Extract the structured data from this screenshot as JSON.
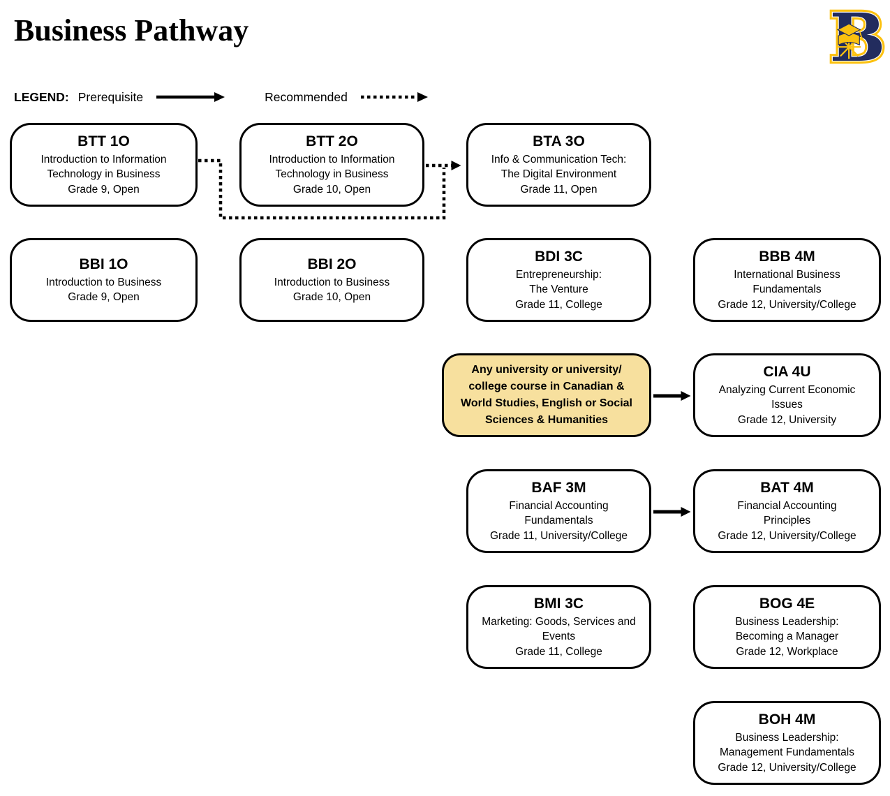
{
  "page": {
    "title": "Business Pathway"
  },
  "legend": {
    "label": "LEGEND:",
    "prerequisite": "Prerequisite",
    "recommended": "Recommended",
    "prerequisite_style": "solid-arrow",
    "recommended_style": "dotted-arrow"
  },
  "logo": {
    "letter": "B",
    "navy": "#222C5E",
    "gold": "#FCC10F"
  },
  "colors": {
    "highlight_fill": "#F7E09E",
    "box_border": "#000000",
    "box_fill": "#FFFFFF",
    "text": "#000000"
  },
  "highlight_note": {
    "lines": [
      "Any university or university/",
      "college course in Canadian &",
      "World Studies, English or Social",
      "Sciences & Humanities"
    ]
  },
  "courses": [
    {
      "code": "BTT 1O",
      "lines": [
        "Introduction to Information",
        "Technology in Business",
        "Grade 9, Open"
      ]
    },
    {
      "code": "BTT 2O",
      "lines": [
        "Introduction to Information",
        "Technology in Business",
        "Grade 10, Open"
      ]
    },
    {
      "code": "BTA 3O",
      "lines": [
        "Info & Communication Tech:",
        "The Digital Environment",
        "Grade 11, Open"
      ]
    },
    {
      "code": "BBI 1O",
      "lines": [
        "Introduction to Business",
        "Grade 9, Open"
      ]
    },
    {
      "code": "BBI 2O",
      "lines": [
        "Introduction to Business",
        "Grade 10, Open"
      ]
    },
    {
      "code": "BDI 3C",
      "lines": [
        "Entrepreneurship:",
        "The Venture",
        "Grade 11, College"
      ]
    },
    {
      "code": "BBB 4M",
      "lines": [
        "International Business",
        "Fundamentals",
        "Grade 12, University/College"
      ]
    },
    {
      "code": "CIA 4U",
      "lines": [
        "Analyzing Current Economic",
        "Issues",
        "Grade 12, University"
      ]
    },
    {
      "code": "BAF 3M",
      "lines": [
        "Financial Accounting",
        "Fundamentals",
        "Grade 11, University/College"
      ]
    },
    {
      "code": "BAT 4M",
      "lines": [
        "Financial Accounting",
        "Principles",
        "Grade 12, University/College"
      ]
    },
    {
      "code": "BMI 3C",
      "lines": [
        "Marketing: Goods, Services and",
        "Events",
        "Grade 11, College"
      ]
    },
    {
      "code": "BOG 4E",
      "lines": [
        "Business Leadership:",
        "Becoming a Manager",
        "Grade 12, Workplace"
      ]
    },
    {
      "code": "BOH 4M",
      "lines": [
        "Business Leadership:",
        "Management Fundamentals",
        "Grade 12, University/College"
      ]
    }
  ]
}
